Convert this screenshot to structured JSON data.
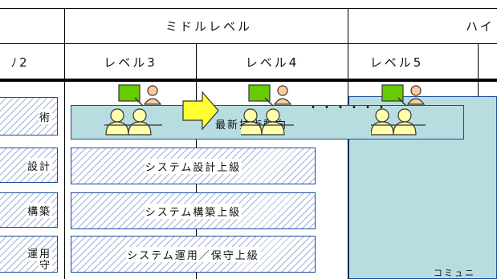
{
  "header": {
    "mid_level": "ミドルレベル",
    "high_level_partial": "ハイ",
    "level2_partial": "ﾉ2",
    "level3": "レベル3",
    "level4": "レベル4",
    "level5": "レベル5"
  },
  "left_column": {
    "row1": "術",
    "row2": "設計",
    "row3": "構築",
    "row4": "運用",
    "row4_sub": "守"
  },
  "courses": {
    "trend": "最新技術動向",
    "design": "システム設計上級",
    "build": "システム構築上級",
    "operate": "システム運用／保守上級"
  },
  "community_partial": "コミュニ",
  "dots": "・・・・・・",
  "colors": {
    "border_blue": "#1a4a99",
    "teal_fill": "#b7dde0",
    "arrow_yellow": "#ffff33",
    "person_yellow": "#ffffaa",
    "person_orange": "#ffcc99",
    "board_green": "#66cc00"
  }
}
